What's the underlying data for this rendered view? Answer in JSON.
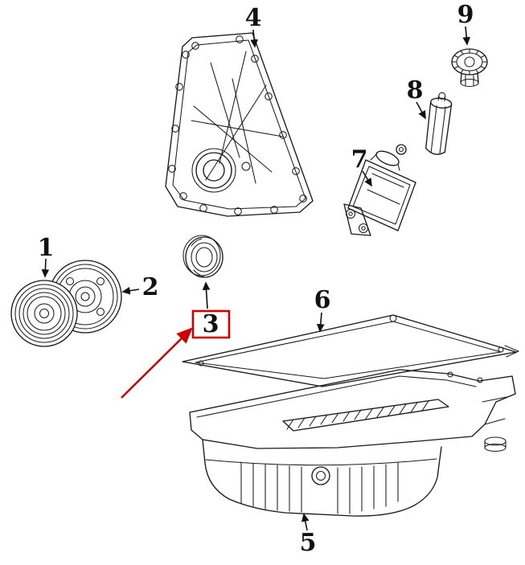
{
  "diagram": {
    "type": "exploded-parts-line-drawing",
    "highlight_color": "#cc0000",
    "line_color": "#1a1a1a",
    "callouts": [
      {
        "label": "1",
        "highlighted": false
      },
      {
        "label": "2",
        "highlighted": false
      },
      {
        "label": "3",
        "highlighted": true
      },
      {
        "label": "4",
        "highlighted": false
      },
      {
        "label": "5",
        "highlighted": false
      },
      {
        "label": "6",
        "highlighted": false
      },
      {
        "label": "7",
        "highlighted": false
      },
      {
        "label": "8",
        "highlighted": false
      },
      {
        "label": "9",
        "highlighted": false
      }
    ]
  }
}
